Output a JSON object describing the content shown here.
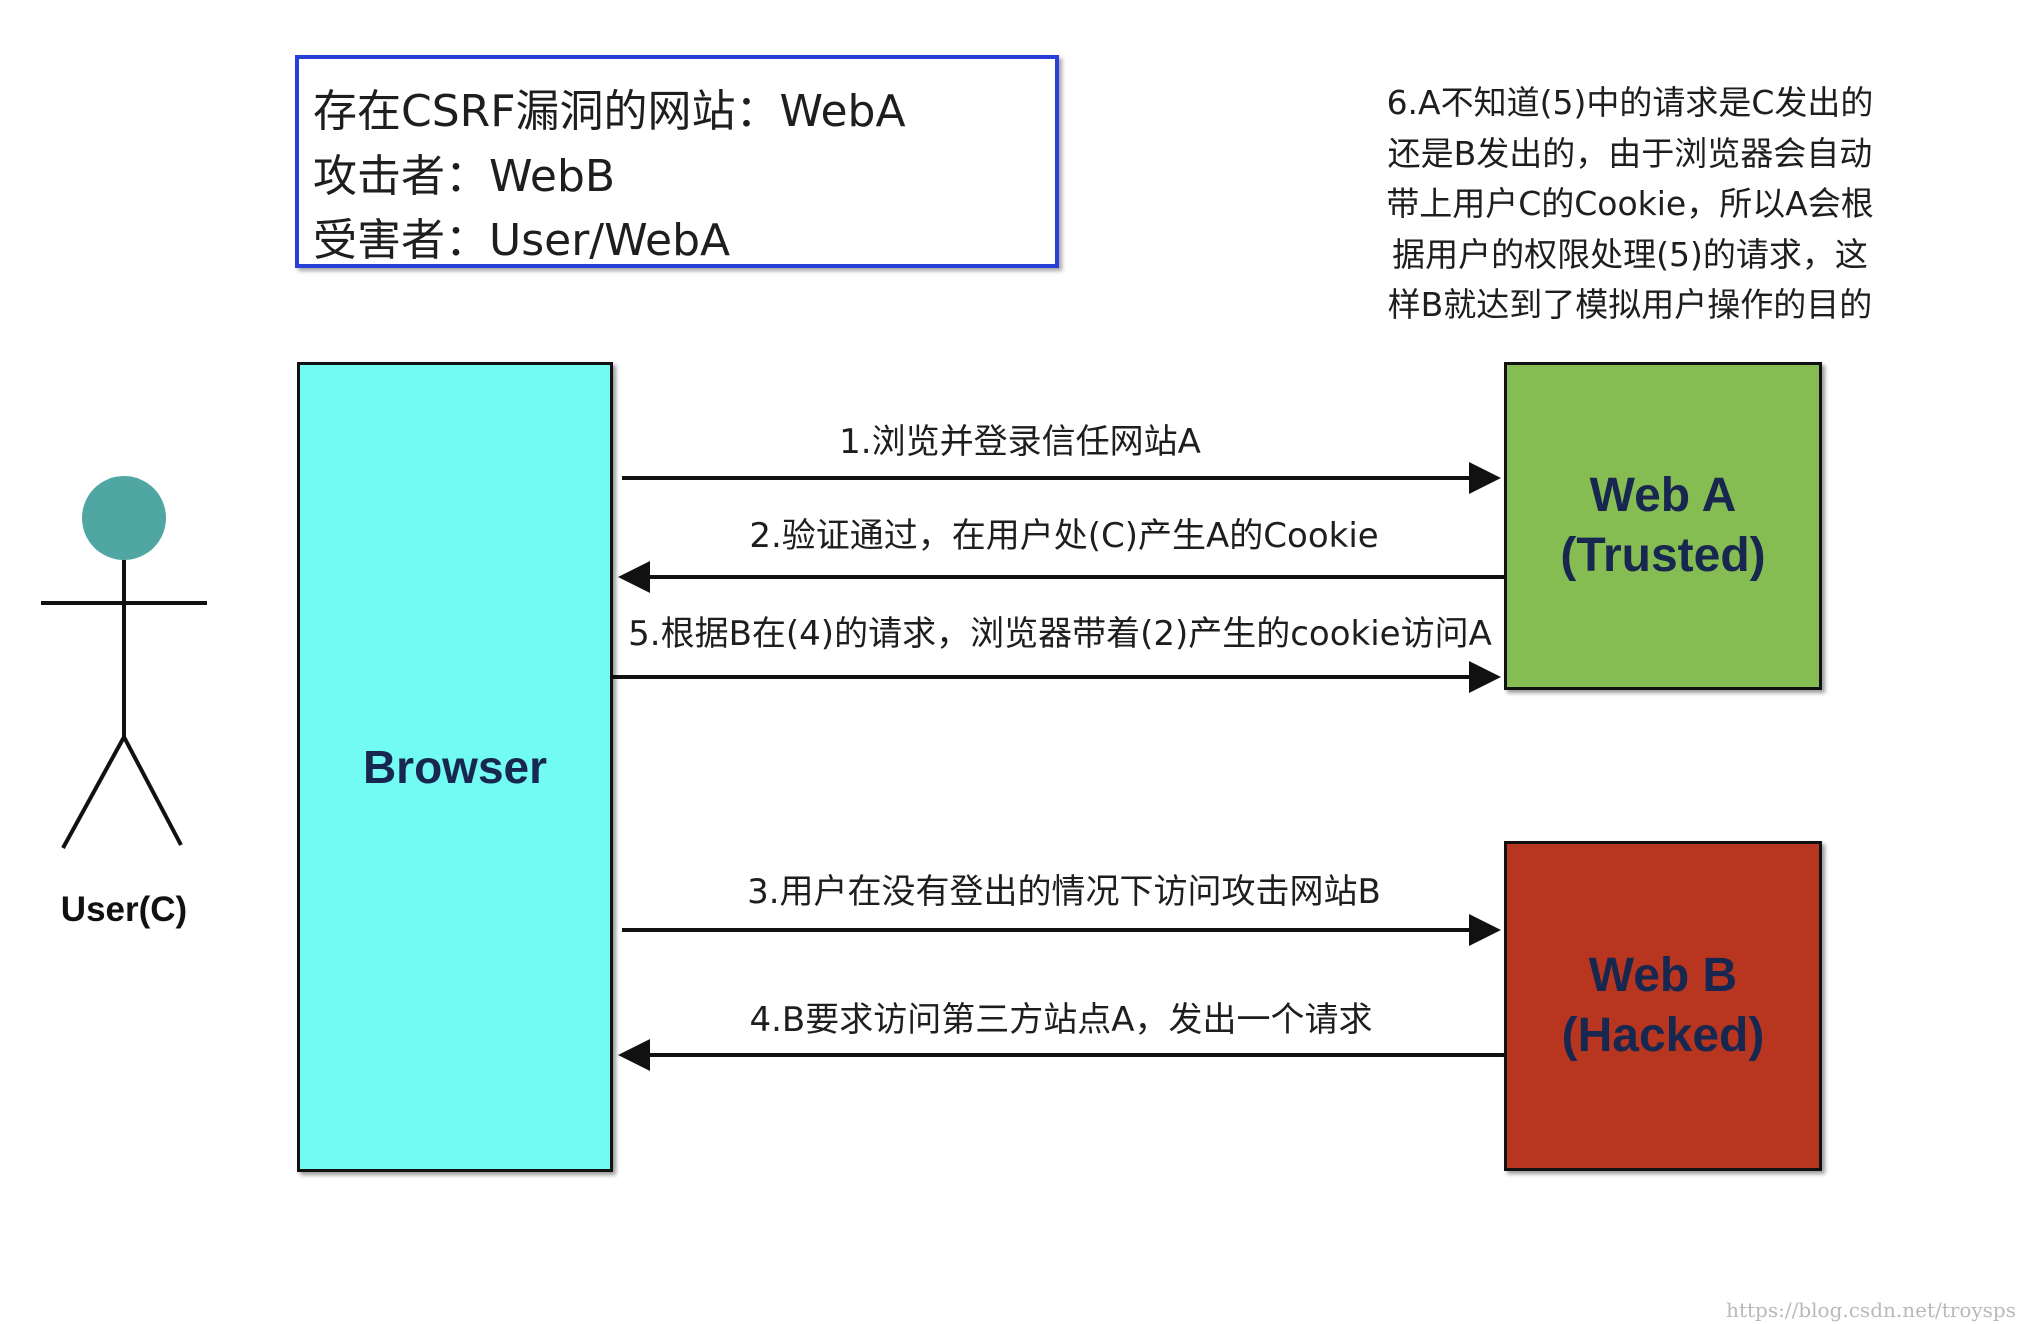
{
  "info_box": {
    "line1": "存在CSRF漏洞的网站：WebA",
    "line2": "攻击者：WebB",
    "line3": "受害者：User/WebA"
  },
  "note": {
    "lines": [
      "6.A不知道(5)中的请求是C发出的",
      "还是B发出的，由于浏览器会自动",
      "带上用户C的Cookie，所以A会根",
      "据用户的权限处理(5)的请求，这",
      "样B就达到了模拟用户操作的目的"
    ]
  },
  "user": {
    "label": "User(C)",
    "head_color": "#4fa6a3"
  },
  "nodes": {
    "browser": {
      "label": "Browser",
      "color": "#72fbf3"
    },
    "web_a": {
      "line1": "Web A",
      "line2": "(Trusted)",
      "color": "#85bd52"
    },
    "web_b": {
      "line1": "Web B",
      "line2": "(Hacked)",
      "color": "#b83620"
    }
  },
  "arrows": {
    "step1": "1.浏览并登录信任网站A",
    "step2": "2.验证通过，在用户处(C)产生A的Cookie",
    "step5": "5.根据B在(4)的请求，浏览器带着(2)产生的cookie访问A",
    "step3": "3.用户在没有登出的情况下访问攻击网站B",
    "step4": "4.B要求访问第三方站点A，发出一个请求"
  },
  "watermark": "https://blog.csdn.net/troysps"
}
